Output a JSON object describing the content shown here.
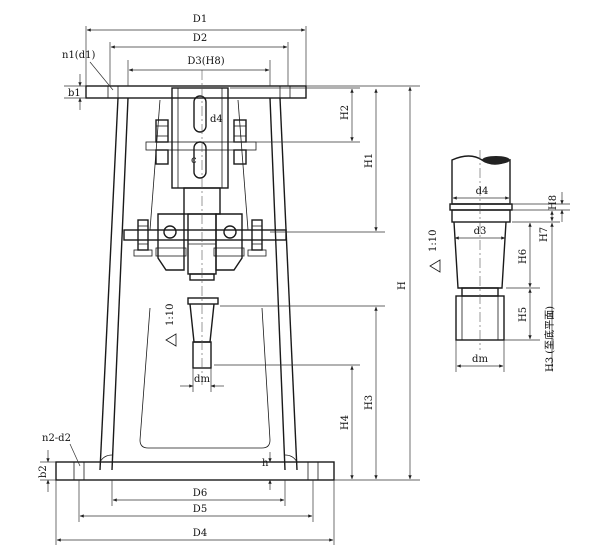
{
  "labels": {
    "D1": "D1",
    "D2": "D2",
    "D3": "D3(H8)",
    "n1d1": "n1(d1)",
    "b1": "b1",
    "H2": "H2",
    "H1": "H1",
    "H": "H",
    "H3": "H3",
    "H4": "H4",
    "h": "h",
    "n2d2": "n2-d2",
    "b2": "b2",
    "D6": "D6",
    "D5": "D5",
    "D4": "D4",
    "dm": "dm",
    "d4_small": "d4",
    "c_small": "c",
    "taper": "1:10",
    "det_d4": "d4",
    "det_d3": "d3",
    "det_H8": "H8",
    "det_H7": "H7",
    "det_H6": "H6",
    "det_H5": "H5",
    "det_dm": "dm",
    "det_H3": "H3 (至底平面)",
    "det_taper": "1:10"
  }
}
